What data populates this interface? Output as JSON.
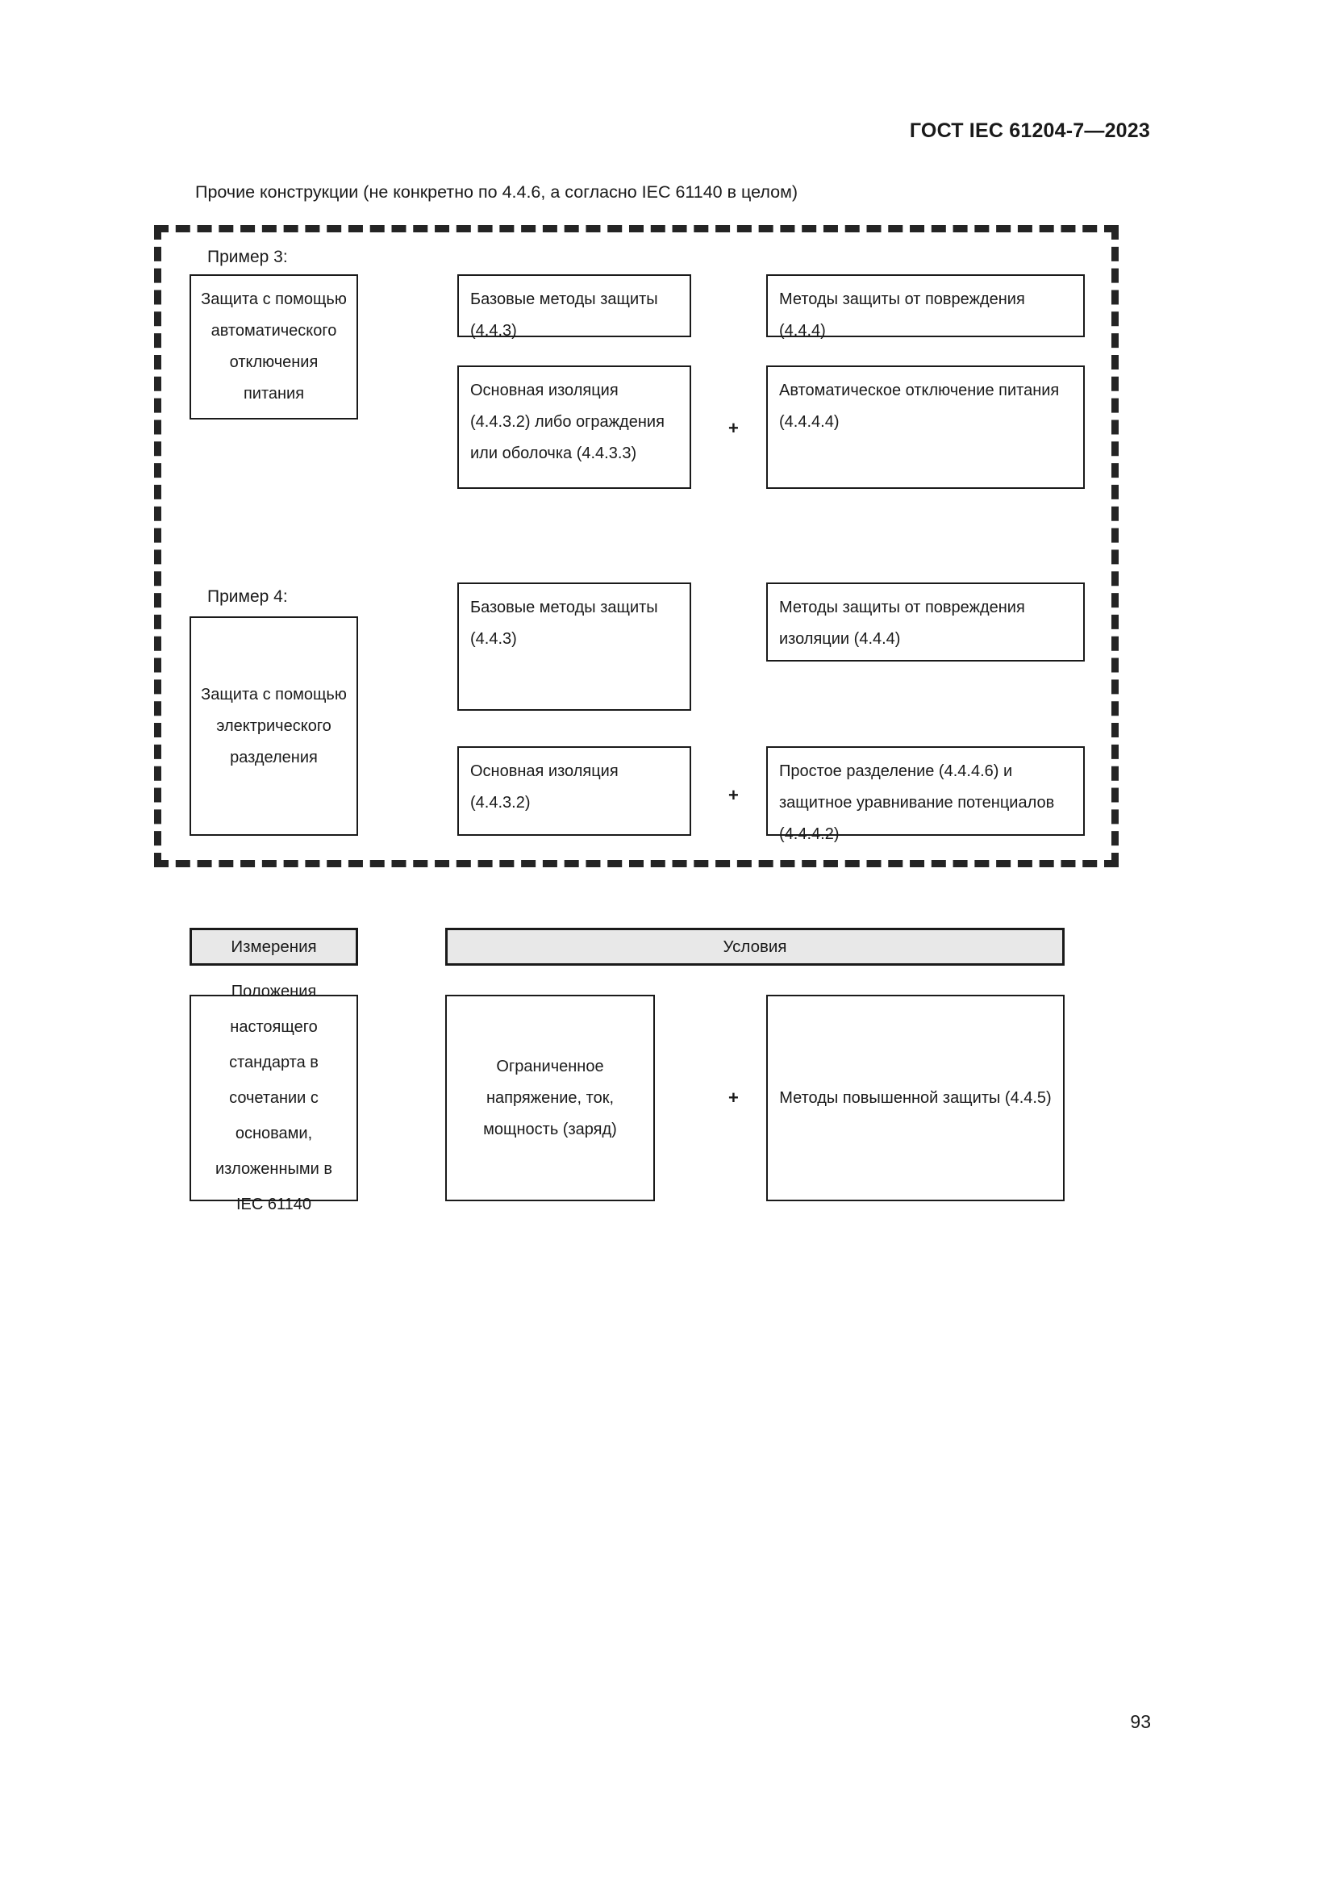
{
  "document": {
    "header_standard": "ГОСТ IEC 61204-7—2023",
    "page_number": "93",
    "caption": "Прочие конструкции (не конкретно по 4.4.6, а согласно IEC 61140 в целом)"
  },
  "dashed_section": {
    "examples": [
      {
        "label": "Пример 3:",
        "subject_box": "Защита с помощью автоматического отключения питания",
        "row1": {
          "basic": "Базовые методы защиты (4.4.3)",
          "fault": "Методы защиты от повреждения (4.4.4)"
        },
        "row2": {
          "basic": "Основная изоляция (4.4.3.2) либо ограждения или оболочка (4.4.3.3)",
          "operator": "+",
          "fault": "Автоматическое отключение питания (4.4.4.4)"
        }
      },
      {
        "label": "Пример 4:",
        "subject_box": "Защита с помощью электрического разделения",
        "row1": {
          "basic": "Базовые методы защиты (4.4.3)",
          "fault": "Методы защиты от повреждения изоляции (4.4.4)"
        },
        "row2": {
          "basic": "Основная изоляция (4.4.3.2)",
          "operator": "+",
          "fault": "Простое разделение (4.4.4.6) и защитное уравнивание потенциалов (4.4.4.2)"
        }
      }
    ]
  },
  "bottom_section": {
    "headers": {
      "measures": "Измерения",
      "conditions": "Условия"
    },
    "measures_box": "Положения настоящего стандарта в сочетании с основами, изложенными в IEC 61140",
    "condition_box": "Ограниченное напряжение, ток, мощность (заряд)",
    "operator": "+",
    "enhanced_box": "Методы повышенной защиты (4.4.5)"
  }
}
